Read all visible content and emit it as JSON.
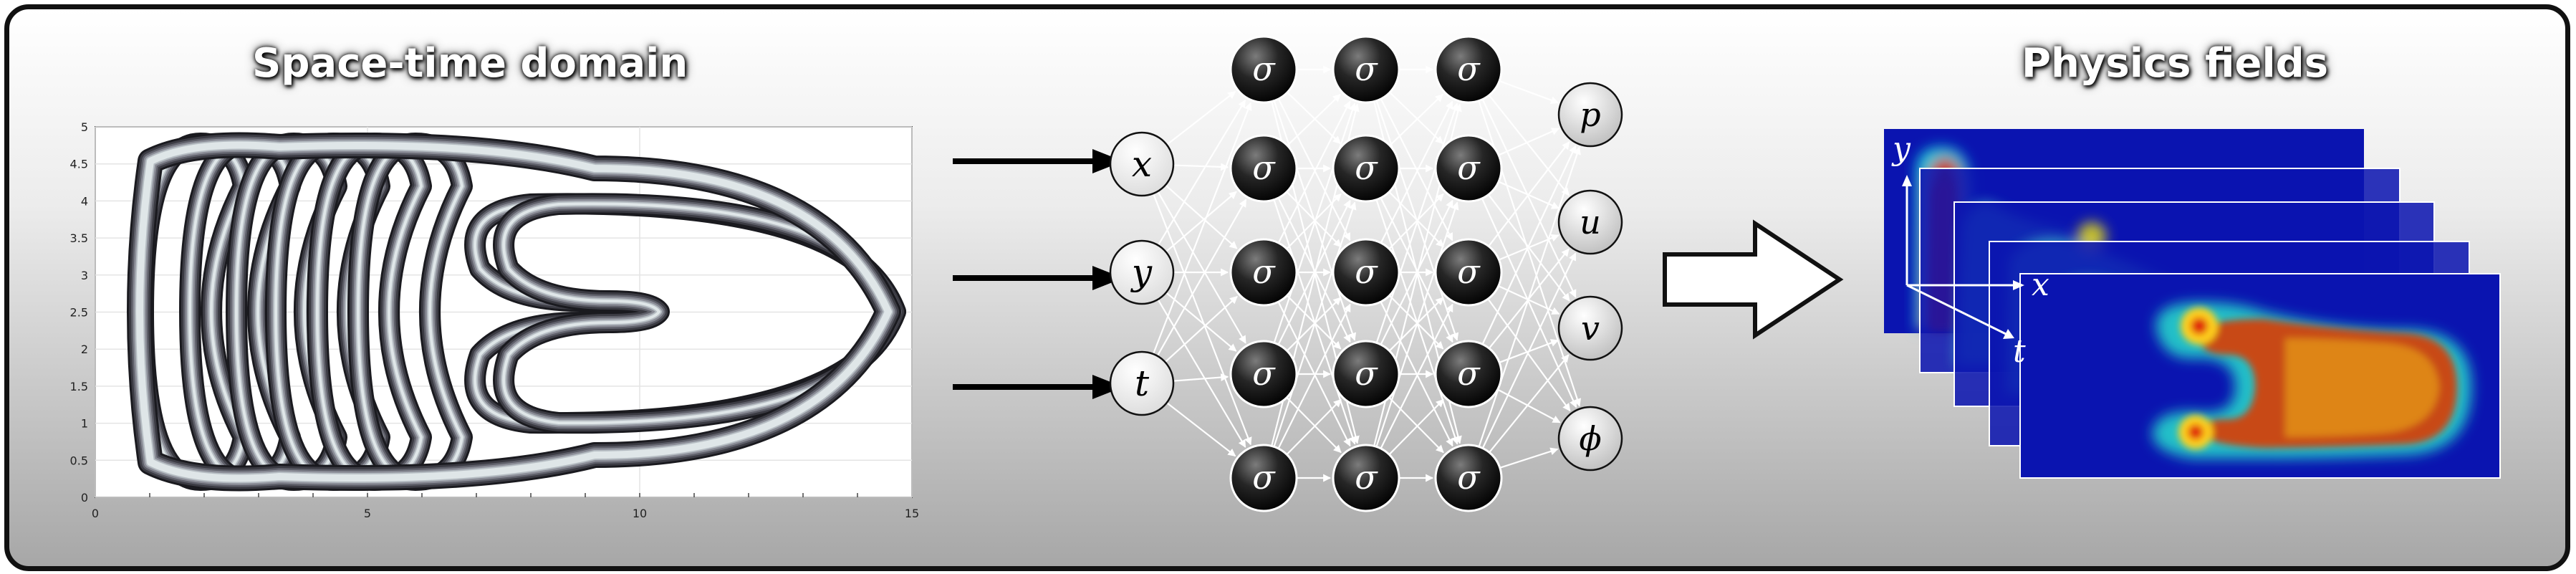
{
  "left_panel": {
    "title": "Space-time domain",
    "x_ticks": [
      "0",
      "5",
      "10",
      "15"
    ],
    "y_ticks": [
      "0",
      "0.5",
      "1",
      "1.5",
      "2",
      "2.5",
      "3",
      "3.5",
      "4",
      "4.5",
      "5"
    ]
  },
  "network": {
    "inputs": [
      "x",
      "y",
      "t"
    ],
    "activation": "σ",
    "outputs": [
      "p",
      "u",
      "v",
      "ϕ"
    ],
    "hidden_layers": 3,
    "neurons_per_layer": 5
  },
  "right_panel": {
    "title": "Physics fields",
    "axis_labels": {
      "y": "y",
      "x": "x",
      "t": "t"
    }
  },
  "colors": {
    "frame": "#111111",
    "neuron_fill": "#141414",
    "input_fill": "#ffffff",
    "output_fill": "#e6e6e6",
    "field_background": "#0a14b0",
    "field_hot": "#ffd21f"
  }
}
